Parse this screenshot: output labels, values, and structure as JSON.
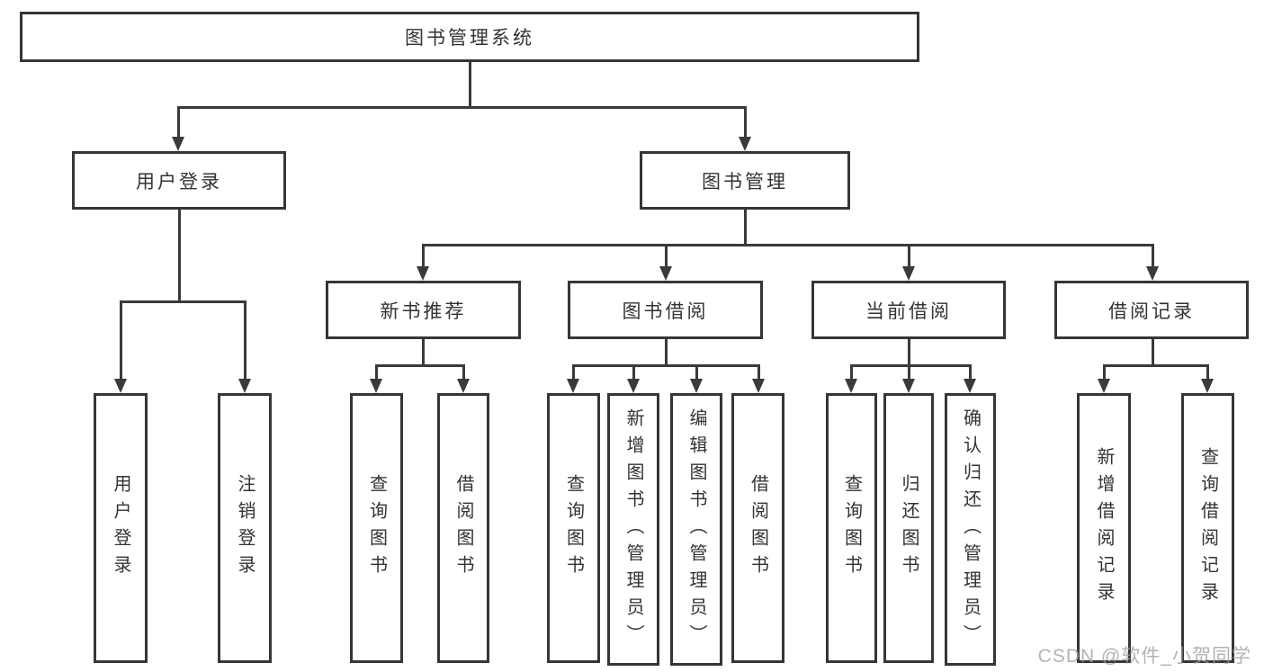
{
  "diagram": {
    "root": "图书管理系统",
    "level2": {
      "user_login": "用户登录",
      "book_management": "图书管理"
    },
    "level3": {
      "new_book_recommend": "新书推荐",
      "book_borrow": "图书借阅",
      "current_borrow": "当前借阅",
      "borrow_records": "借阅记录"
    },
    "leaves": {
      "user_login": "用户登录",
      "logout": "注销登录",
      "recommend_query_books": "查询图书",
      "recommend_borrow_books": "借阅图书",
      "borrow_query_books": "查询图书",
      "add_books_admin": "新增图书（管理员）",
      "edit_books_admin": "编辑图书（管理员）",
      "borrow_books": "借阅图书",
      "current_query_books": "查询图书",
      "return_books": "归还图书",
      "confirm_return_admin": "确认归还（管理员）",
      "add_borrow_record": "新增借阅记录",
      "query_borrow_record": "查询借阅记录"
    }
  },
  "watermark": "CSDN @软件_小贺同学",
  "colors": {
    "line": "#3a3a3a",
    "text": "#333333",
    "background": "#ffffff"
  }
}
